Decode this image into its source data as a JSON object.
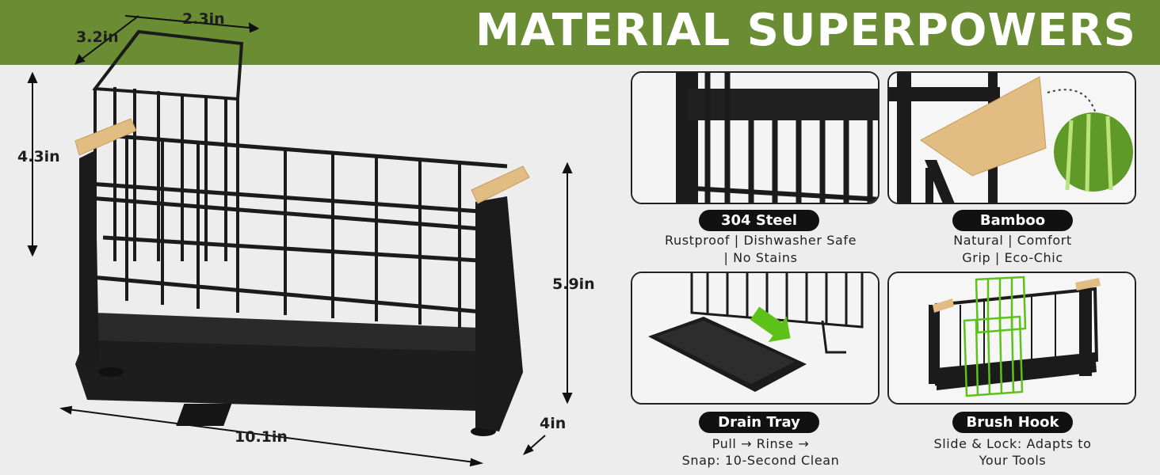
{
  "banner": {
    "title": "MATERIAL SUPERPOWERS",
    "color": "#6a8c32"
  },
  "dimensions": {
    "cup_width": "2.3in",
    "cup_depth": "3.2in",
    "cup_height": "4.3in",
    "rack_height": "5.9in",
    "rack_length": "10.1in",
    "rack_depth": "4in"
  },
  "features": [
    {
      "title": "304 Steel",
      "line1": "Rustproof | Dishwasher Safe",
      "line2": "| No Stains",
      "icon": "steel-closeup-image"
    },
    {
      "title": "Bamboo",
      "line1": "Natural | Comfort",
      "line2": "Grip | Eco-Chic",
      "icon": "bamboo-closeup-image"
    },
    {
      "title": "Drain Tray",
      "line1": "Pull → Rinse →",
      "line2": "Snap: 10-Second Clean",
      "icon": "drain-tray-image"
    },
    {
      "title": "Brush Hook",
      "line1": "Slide & Lock: Adapts to",
      "line2": "Your Tools",
      "icon": "brush-hook-image"
    }
  ],
  "colors": {
    "accent_green": "#5cc21a",
    "bamboo": "#e2bd83",
    "steel": "#1b1b1b"
  }
}
